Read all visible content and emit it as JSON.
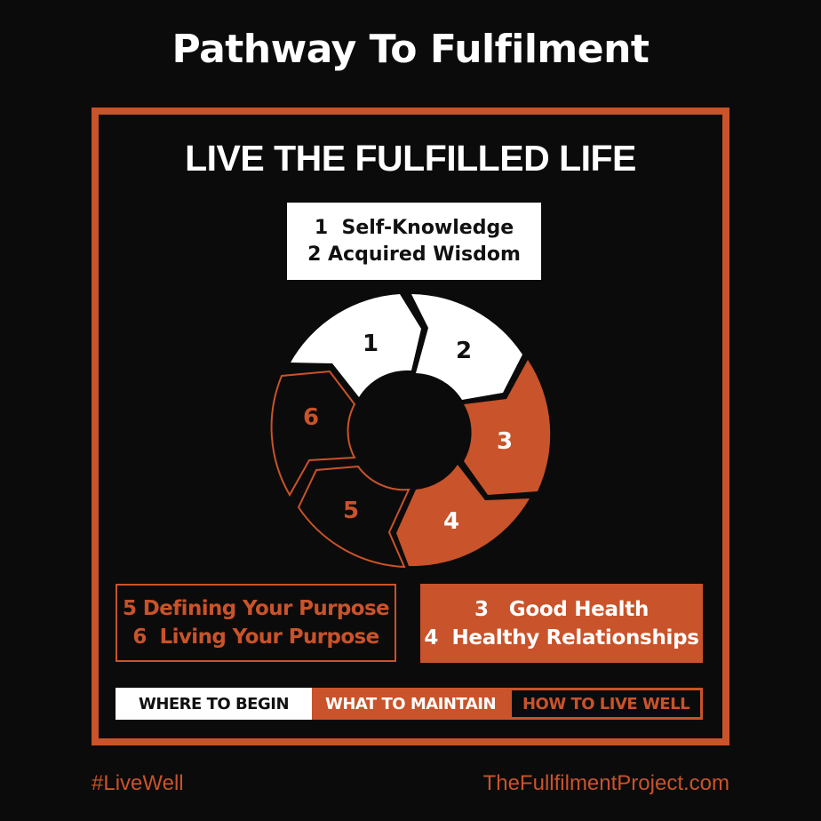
{
  "colors": {
    "accent": "#c9532a",
    "background": "#0b0b0b",
    "white": "#ffffff",
    "dark_text": "#111111"
  },
  "page": {
    "title": "Pathway To Fulfilment"
  },
  "panel": {
    "headline": "LIVE THE FULFILLED LIFE",
    "start_box": {
      "line1": "1  Self-Knowledge",
      "line2": "2 Acquired Wisdom"
    },
    "wheel": {
      "segments": [
        {
          "number": "1",
          "style": "white"
        },
        {
          "number": "2",
          "style": "white"
        },
        {
          "number": "3",
          "style": "orange"
        },
        {
          "number": "4",
          "style": "orange"
        },
        {
          "number": "5",
          "style": "outline"
        },
        {
          "number": "6",
          "style": "outline"
        }
      ]
    },
    "purpose_box": {
      "line1": "5 Defining Your Purpose",
      "line2": "6  Living Your Purpose"
    },
    "maintain_box": {
      "line1": "3   Good Health",
      "line2": "4  Healthy Relationships"
    },
    "legend": {
      "begin": "WHERE TO BEGIN",
      "maintain": "WHAT TO MAINTAIN",
      "live": "HOW TO LIVE WELL"
    }
  },
  "footer": {
    "hashtag": "#LiveWell",
    "website": "TheFullfilmentProject.com"
  }
}
